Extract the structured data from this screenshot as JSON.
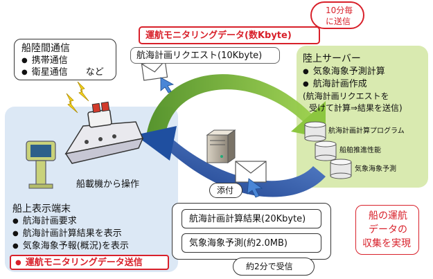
{
  "top_red_box": {
    "label": "運航モニタリングデータ(数Kbyte)"
  },
  "top_callout": {
    "line1": "10分毎",
    "line2": "に送信"
  },
  "comm_box": {
    "title": "船陸間通信",
    "items": [
      "携帯通信",
      "衛星通信　　など"
    ]
  },
  "route_request": {
    "label": "航海計画リクエスト(10Kbyte)"
  },
  "land_server": {
    "title": "陸上サーバー",
    "items": [
      "気象海象予測計算",
      "航海計画作成"
    ],
    "note_line1": "(航海計画リクエストを",
    "note_line2": "受けて計算⇒結果を送信)",
    "databases": [
      "航海計画計算プログラム",
      "船舶推進性能",
      "気象海象予測"
    ]
  },
  "ship_panel": {
    "operate_label": "船載機から操作",
    "terminal_title": "船上表示端末",
    "items": [
      "航海計画要求",
      "航海計画計算結果を表示",
      "気象海象予報(概況)を表示"
    ],
    "highlight_item": "運航モニタリングデータ送信"
  },
  "attach_label": "添付",
  "results": {
    "calc_result": "航海計画計算結果(20Kbyte)",
    "weather": "気象海象予測(約2.0MB)"
  },
  "receive_callout": "約2分で受信",
  "summary": {
    "line1": "船の運航",
    "line2": "データの",
    "line3": "収集を実現"
  },
  "colors": {
    "red": "#d8202a",
    "green_arrow": "#5a9e2c",
    "blue_arrow": "#1f4fa0",
    "ship_bg": "#dce8f5",
    "land_bg": "#d9eab0"
  }
}
